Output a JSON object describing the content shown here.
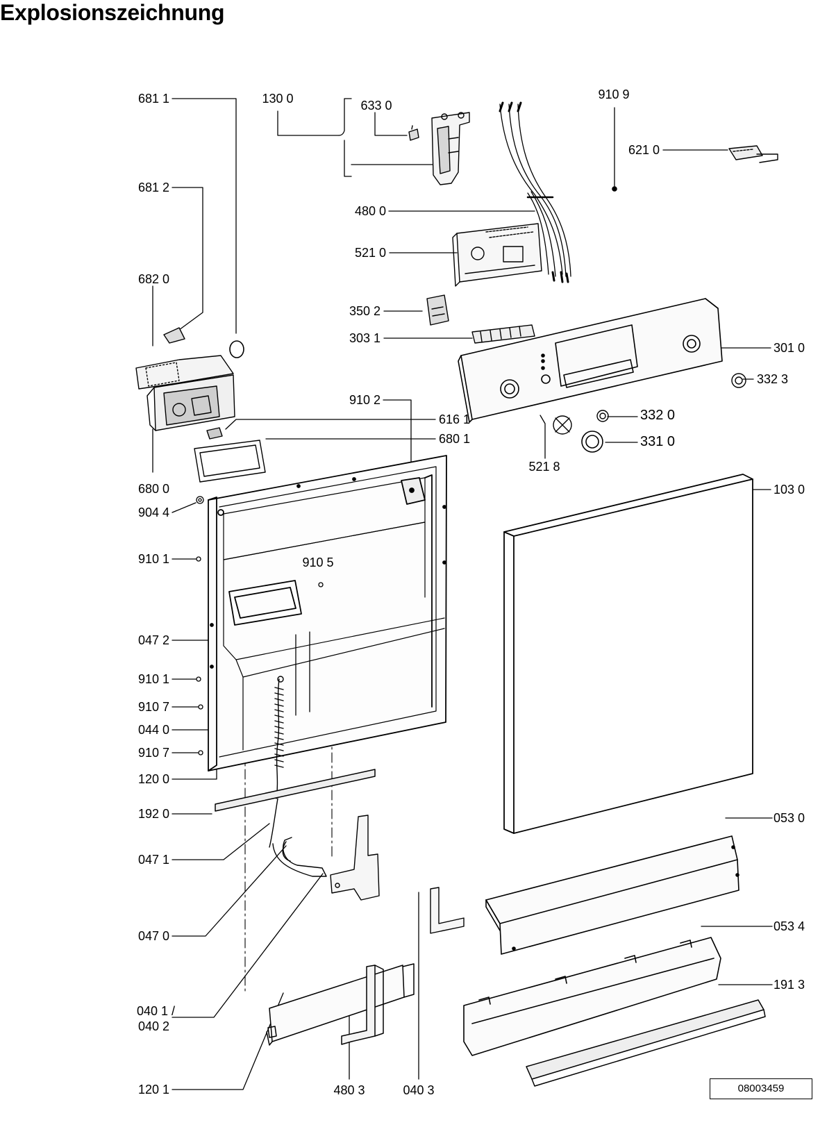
{
  "title": "Explosionszeichnung",
  "drawing_number": "08003459",
  "parts": {
    "p6811": "681 1",
    "p1300": "130 0",
    "p6330": "633 0",
    "p9109": "910 9",
    "p6210": "621 0",
    "p6812": "681 2",
    "p4800": "480 0",
    "p5210": "521 0",
    "p6820": "682 0",
    "p3502": "350 2",
    "p3031": "303 1",
    "p3010": "301 0",
    "p3323": "332 3",
    "p9102": "910 2",
    "p6161": "616 1",
    "p6801": "680 1",
    "p3320": "332 0",
    "p3310": "331 0",
    "p5218": "521 8",
    "p6800": "680 0",
    "p9044": "904 4",
    "p1030": "103 0",
    "p9101a": "910 1",
    "p9105": "910 5",
    "p0472": "047 2",
    "p9101b": "910 1",
    "p9107a": "910 7",
    "p0440": "044 0",
    "p9107b": "910 7",
    "p1200": "120 0",
    "p1920": "192 0",
    "p0530": "053 0",
    "p0471": "047 1",
    "p0470": "047 0",
    "p0534": "053 4",
    "p1913": "191 3",
    "p0401a": "040 1 /",
    "p0402": "040 2",
    "p1201": "120 1",
    "p4803": "480 3",
    "p0403": "040 3"
  }
}
